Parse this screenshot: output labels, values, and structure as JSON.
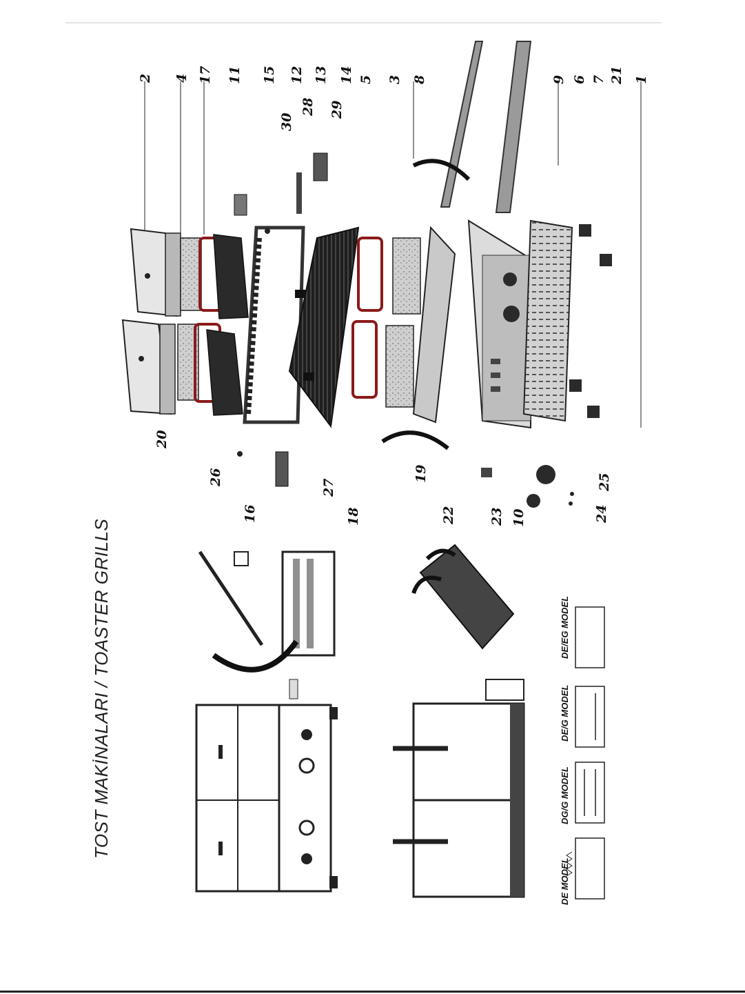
{
  "title": "TOST MAKİNALARI / TOASTER GRILLS",
  "model_labels": [
    "DE MODEL",
    "DG/G MODEL",
    "DE/G MODEL",
    "DE/EG MODEL"
  ],
  "part_numbers": {
    "n2": "2",
    "n4": "4",
    "n17": "17",
    "n11": "11",
    "n15": "15",
    "n12": "12",
    "n13": "13",
    "n14": "14",
    "n5": "5",
    "n3": "3",
    "n8": "8",
    "n9": "9",
    "n6": "6",
    "n7": "7",
    "n21": "21",
    "n1": "1",
    "n30": "30",
    "n28": "28",
    "n29": "29",
    "n20": "20",
    "n26": "26",
    "n16": "16",
    "n27": "27",
    "n18": "18",
    "n19": "19",
    "n22": "22",
    "n23": "23",
    "n10": "10",
    "n24": "24",
    "n25": "25"
  },
  "colors": {
    "ink": "#111111",
    "gasket": "#8b1a1a",
    "panel": "#9a9a9a",
    "dark": "#2a2a2a",
    "light": "#d8d8d8"
  }
}
